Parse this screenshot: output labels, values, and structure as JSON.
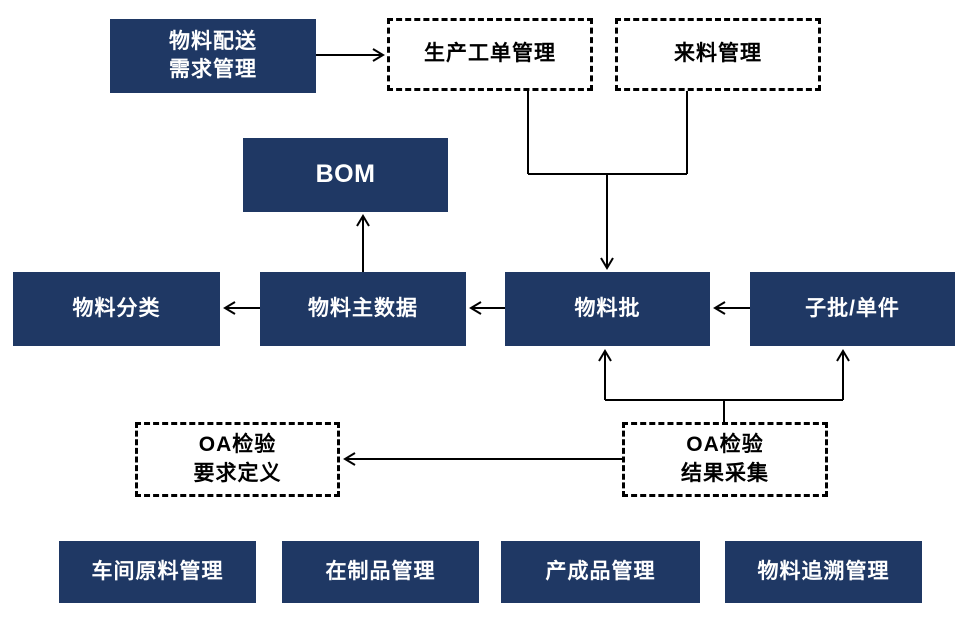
{
  "diagram": {
    "nodes": {
      "material_dispatch": {
        "lines": [
          "物料配送",
          "需求管理"
        ],
        "style": "solid"
      },
      "production_order": {
        "label": "生产工单管理",
        "style": "dashed"
      },
      "incoming_material": {
        "label": "来料管理",
        "style": "dashed"
      },
      "bom": {
        "label": "BOM",
        "style": "solid"
      },
      "material_category": {
        "label": "物料分类",
        "style": "solid"
      },
      "material_master": {
        "label": "物料主数据",
        "style": "solid"
      },
      "material_lot": {
        "label": "物料批",
        "style": "solid"
      },
      "sublot_unit": {
        "label": "子批/单件",
        "style": "solid"
      },
      "qa_requirement": {
        "lines": [
          "OA检验",
          "要求定义"
        ],
        "style": "dashed"
      },
      "qa_result": {
        "lines": [
          "OA检验",
          "结果采集"
        ],
        "style": "dashed"
      },
      "workshop_raw": {
        "label": "车间原料管理",
        "style": "solid"
      },
      "wip": {
        "label": "在制品管理",
        "style": "solid"
      },
      "finished_goods": {
        "label": "产成品管理",
        "style": "solid"
      },
      "material_trace": {
        "label": "物料追溯管理",
        "style": "solid"
      }
    },
    "edges": [
      {
        "from": "物料配送需求管理",
        "to": "生产工单管理"
      },
      {
        "from": "生产工单管理",
        "to": "物料批"
      },
      {
        "from": "来料管理",
        "to": "物料批"
      },
      {
        "from": "物料主数据",
        "to": "BOM"
      },
      {
        "from": "物料批",
        "to": "物料主数据"
      },
      {
        "from": "物料主数据",
        "to": "物料分类"
      },
      {
        "from": "子批/单件",
        "to": "物料批"
      },
      {
        "from": "OA检验结果采集",
        "to": "物料批"
      },
      {
        "from": "OA检验结果采集",
        "to": "子批/单件"
      },
      {
        "from": "OA检验结果采集",
        "to": "OA检验要求定义"
      }
    ],
    "colors": {
      "node_fill": "#1f3864",
      "node_text": "#ffffff",
      "dashed_border": "#000000",
      "dashed_text": "#000000",
      "arrow": "#000000",
      "background": "#ffffff"
    }
  }
}
